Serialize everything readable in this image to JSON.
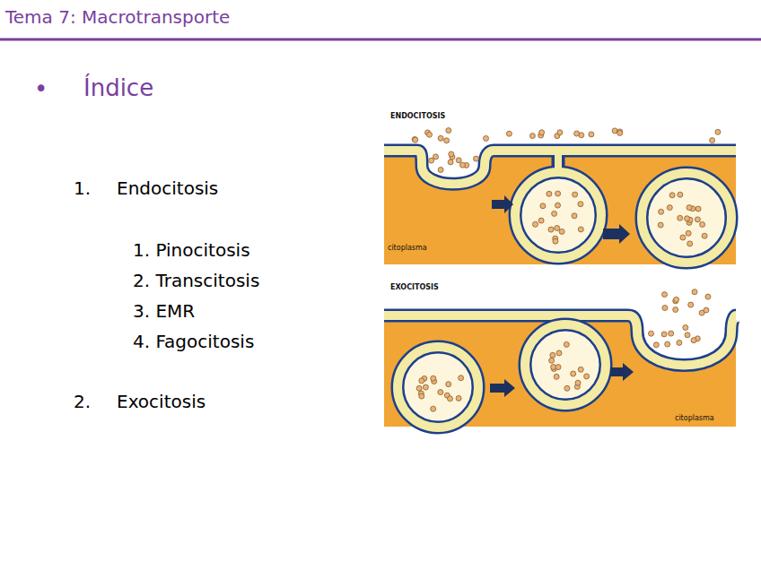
{
  "diagram": {
    "title": "Tema 7: Macrotransporte",
    "labels": [
      "•",
      "Índice",
      "1.",
      "Endocitosis",
      "1. Pinocitosis",
      "2. Transcitosis",
      "3. EMR",
      "4. Fagocitosis",
      "2.",
      "Exocitosis",
      "ENDOCITOSIS",
      "citoplasma",
      "EXOCITOSIS",
      "citoplasma"
    ]
  }
}
